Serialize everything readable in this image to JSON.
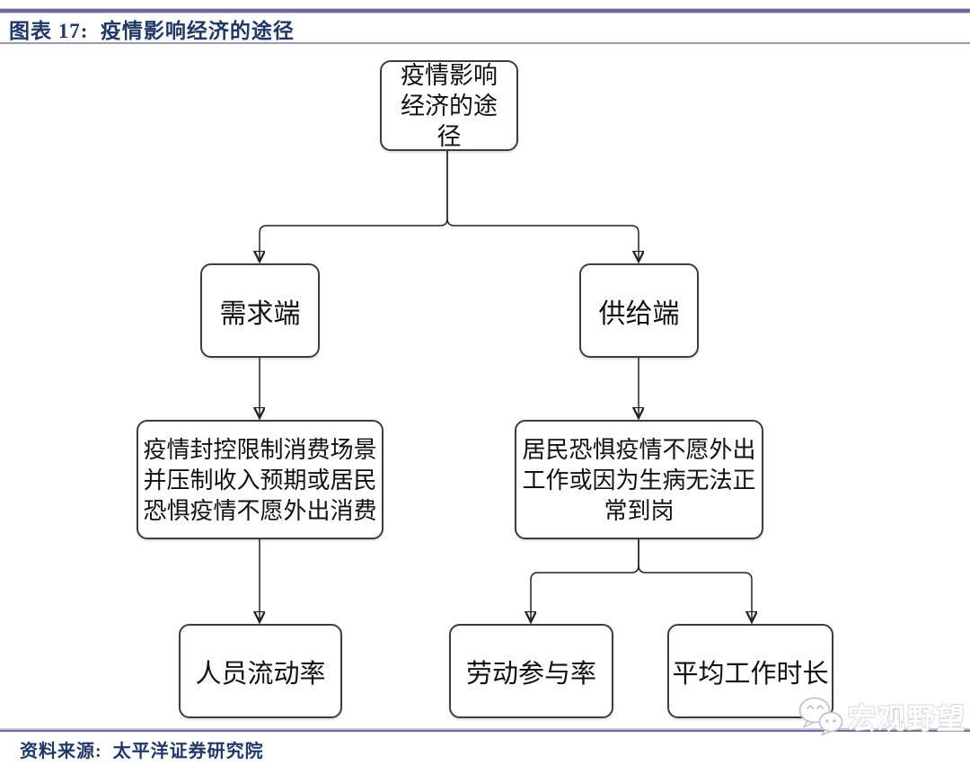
{
  "page": {
    "title": "图表 17:  疫情影响经济的途径",
    "source": "资料来源:  太平洋证券研究院"
  },
  "flowchart": {
    "root": {
      "label": "疫情影响经济的途径"
    },
    "demand": {
      "label": "需求端"
    },
    "supply": {
      "label": "供给端"
    },
    "demand_detail": {
      "label": "疫情封控限制消费场景并压制收入预期或居民恐惧疫情不愿外出消费"
    },
    "supply_detail": {
      "label": "居民恐惧疫情不愿外出工作或因为生病无法正常到岗"
    },
    "demand_metric": {
      "label": "人员流动率"
    },
    "supply_metric_1": {
      "label": "劳动参与率"
    },
    "supply_metric_2": {
      "label": "平均工作时长"
    }
  },
  "watermark": {
    "label": "宏观野望",
    "icon": "wechat-icon"
  },
  "colors": {
    "title_text": "#1f3864",
    "rule_dark": "#6c6c96",
    "rule_light": "#c9c9dd",
    "box_border": "#3d3d3d",
    "box_fill": "#ffffff",
    "connector": "#222222",
    "node_text": "#111111",
    "watermark_outline": "#c4c4c4"
  }
}
